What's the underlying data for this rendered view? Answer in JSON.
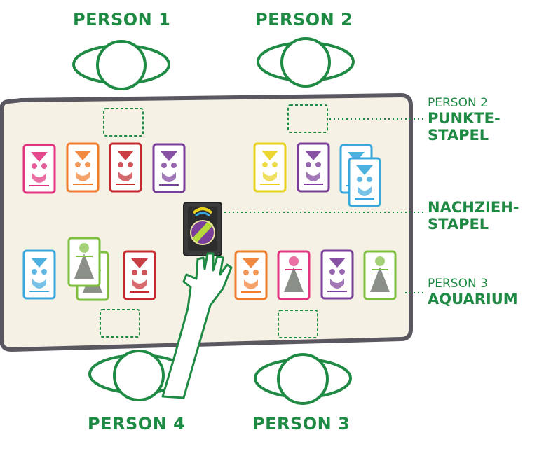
{
  "persons": {
    "p1": "PERSON 1",
    "p2": "PERSON 2",
    "p3": "PERSON 3",
    "p4": "PERSON 4"
  },
  "callouts": {
    "points_pile": {
      "owner": "PERSON 2",
      "line1": "PUNKTE-",
      "line2": "STAPEL"
    },
    "draw_pile": {
      "line1": "NACHZIEH-",
      "line2": "STAPEL"
    },
    "aquarium": {
      "owner": "PERSON 3",
      "line1": "AQUARIUM"
    }
  },
  "colors": {
    "accent": "#1e8a44",
    "table": "#f5f1e4",
    "table_border": "#5a5760",
    "pink": "#e2347f",
    "orange": "#f07c2c",
    "red": "#c3292f",
    "purple": "#7a3f9a",
    "yellow": "#e9d21c",
    "blue": "#3aa8dc",
    "green": "#7fbf3f"
  }
}
